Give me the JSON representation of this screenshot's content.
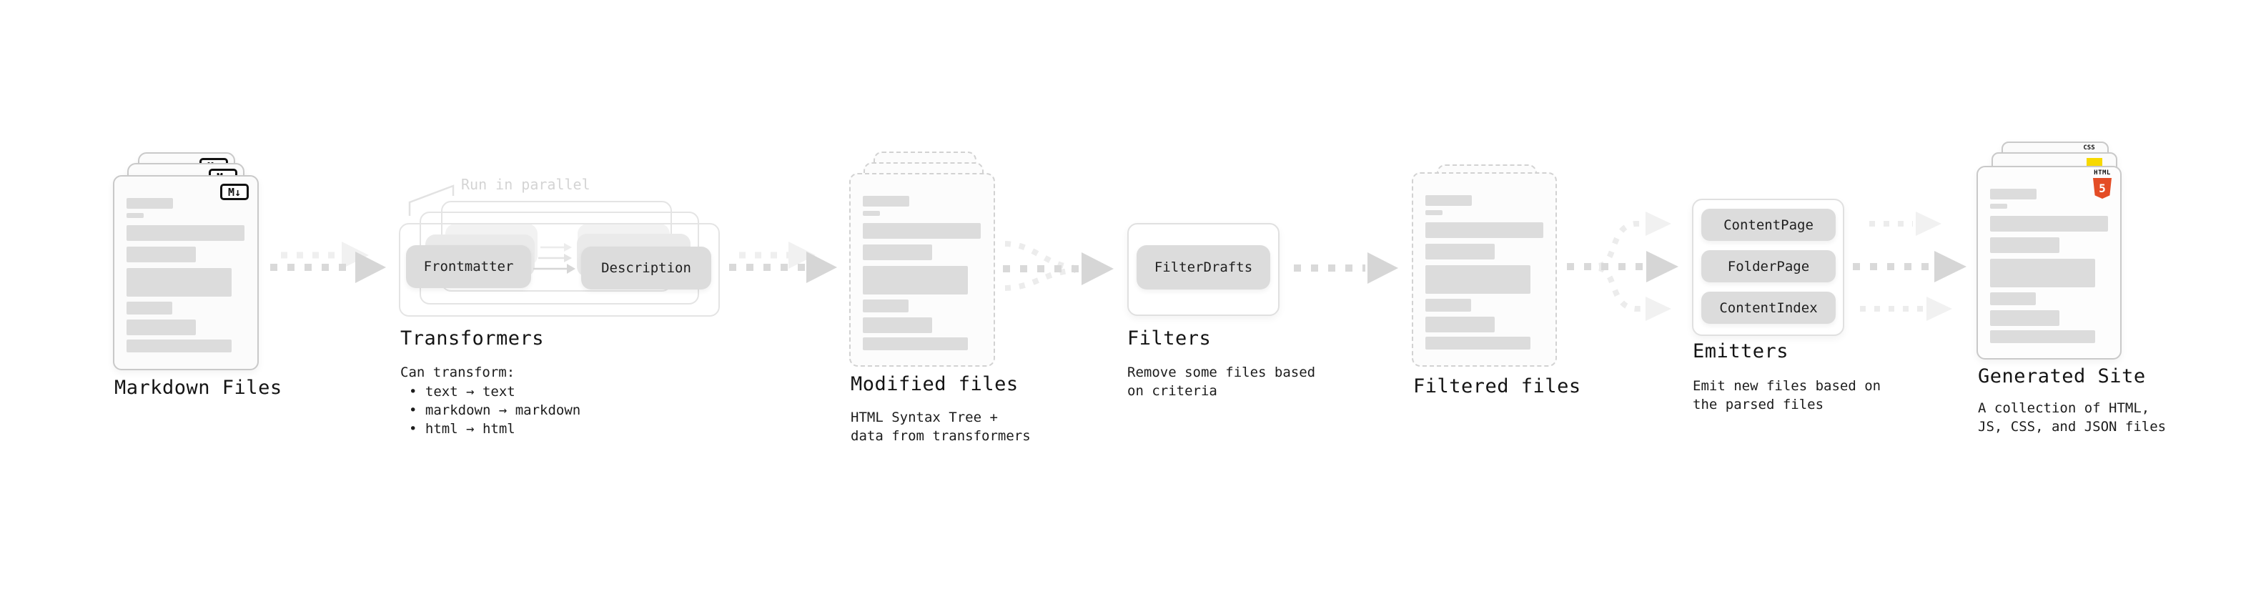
{
  "diagram": {
    "markdown": {
      "label": "Markdown Files",
      "badge": "M↓"
    },
    "transformers": {
      "label": "Transformers",
      "annotation": "Run in parallel",
      "pill_from": "Frontmatter",
      "pill_to": "Description",
      "desc_title": "Can transform:",
      "bullets": [
        "• text → text",
        "• markdown → markdown",
        "• html → html"
      ]
    },
    "modified": {
      "label": "Modified files",
      "sub1": "HTML Syntax Tree +",
      "sub2": "data from transformers"
    },
    "filters": {
      "label": "Filters",
      "pill": "FilterDrafts",
      "sub1": "Remove some files based",
      "sub2": "on criteria"
    },
    "filtered": {
      "label": "Filtered files"
    },
    "emitters": {
      "label": "Emitters",
      "pills": [
        "ContentPage",
        "FolderPage",
        "ContentIndex"
      ],
      "sub1": "Emit new files based on",
      "sub2": "the parsed files"
    },
    "generated": {
      "label": "Generated Site",
      "sub1": "A collection of HTML,",
      "sub2": "JS, CSS, and JSON files",
      "css_badge": "CSS",
      "html_badge_text": "HTML",
      "html_badge_number": "5"
    }
  },
  "colors": {
    "html5_orange": "#e44d26",
    "js_yellow": "#f7d900",
    "css_blue": "#2862e9",
    "bar_gray": "#dcdcdc",
    "arrow_gray": "#d9d9d9",
    "annotation_gray": "#d4d4d4"
  }
}
